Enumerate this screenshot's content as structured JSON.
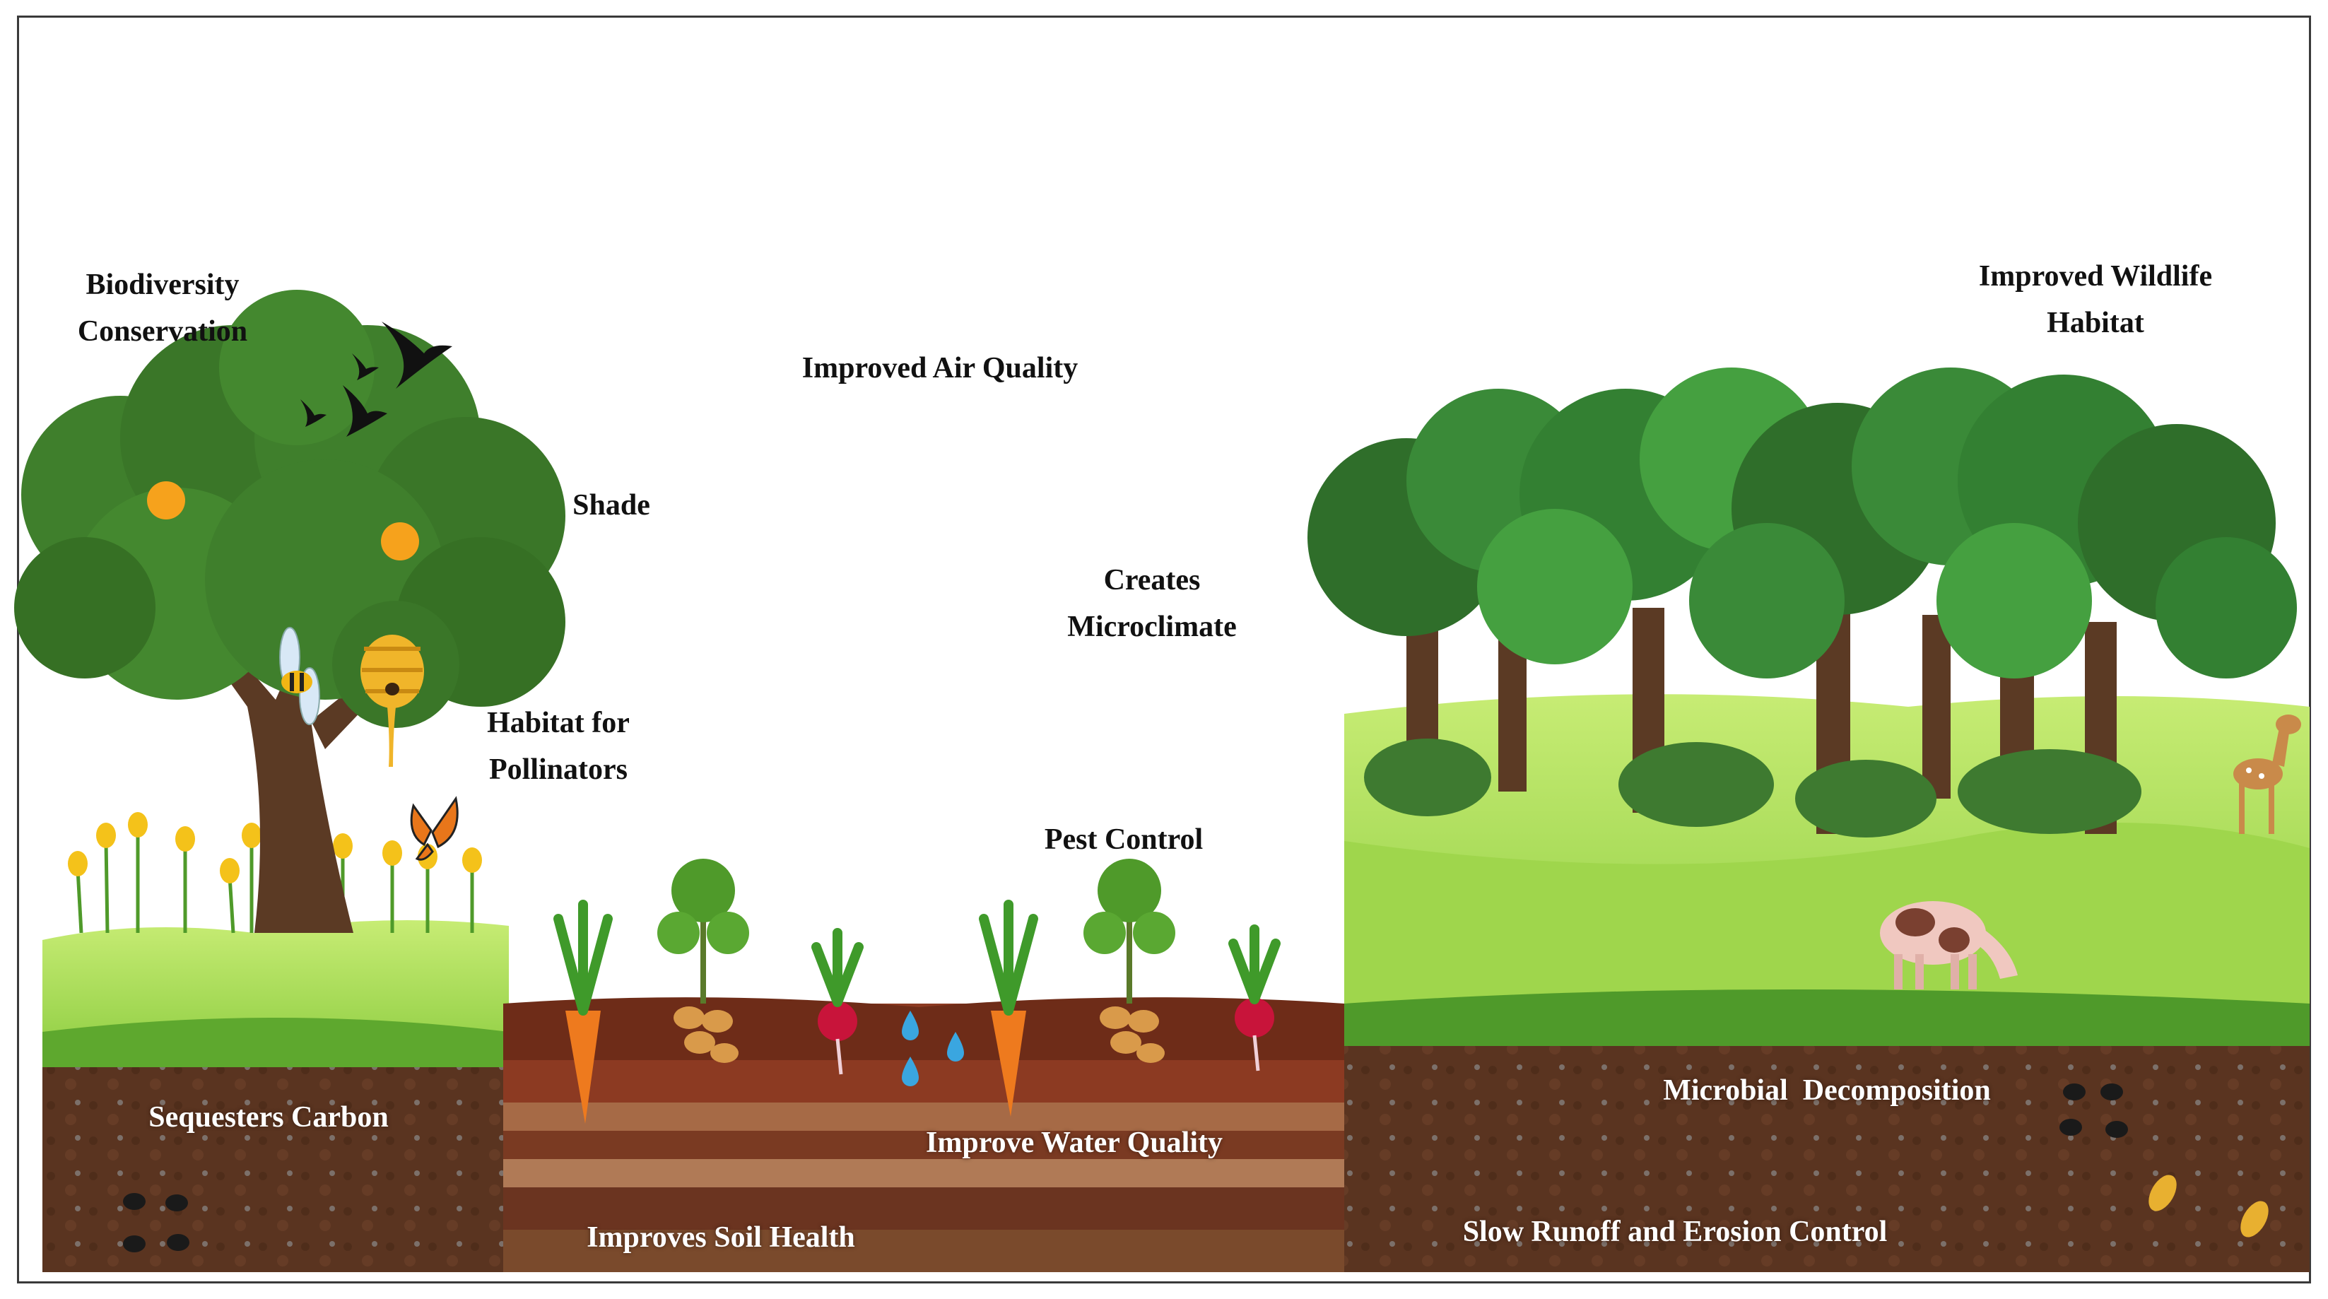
{
  "labels": {
    "biodiversity": [
      "Biodiversity",
      "Conservation"
    ],
    "air_quality": "Improved Air Quality",
    "wildlife": [
      "Improved Wildlife",
      "Habitat"
    ],
    "shade": "Shade",
    "microclimate": [
      "Creates",
      "Microclimate"
    ],
    "pollinators": [
      "Habitat for",
      "Pollinators"
    ],
    "pest_control": "Pest Control",
    "carbon": "Sequesters Carbon",
    "water_quality": "Improve Water Quality",
    "soil_health": "Improves Soil Health",
    "decomposition": "Microbial  Decomposition",
    "erosion": "Slow Runoff and Erosion Control"
  },
  "colors": {
    "soil_dark": "#5a3420",
    "soil_mid": "#7a4a2c",
    "soil_red": "#8c3a22",
    "grass_light": "#a9dd58",
    "grass_dark": "#4f9a2a",
    "tree_foliage": "#3f7f2c",
    "forest_foliage": "#3a8a38",
    "trunk": "#5b3a24",
    "carrot": "#ee7a1e",
    "radish": "#c8143a",
    "potato": "#d99a4a",
    "water_drop": "#3aa6e0",
    "orange_fruit": "#f6a21c",
    "flower": "#f4c21a"
  },
  "icons": [
    "tree-icon",
    "bird-icon",
    "bee-icon",
    "beehive-icon",
    "butterfly-icon",
    "tulip-icon",
    "carrot-icon",
    "potato-plant-icon",
    "radish-icon",
    "water-drop-icon",
    "forest-icon",
    "deer-icon",
    "cow-icon",
    "soil-microbe-icon",
    "bacteria-icon"
  ]
}
